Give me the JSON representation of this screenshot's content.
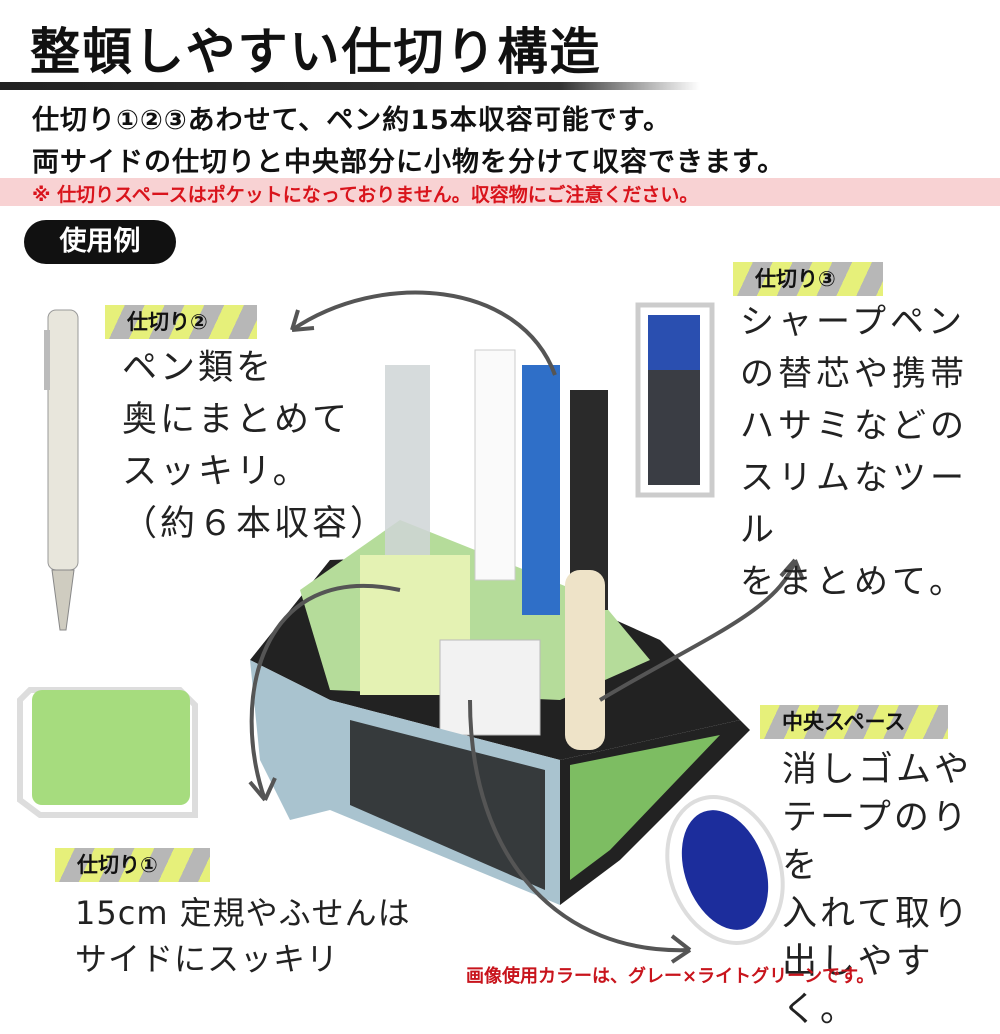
{
  "header": {
    "title": "整頓しやすい仕切り構造",
    "lines": [
      "仕切り①②③あわせて、ペン約15本収容可能です。",
      "両サイドの仕切りと中央部分に小物を分けて収容できます。"
    ],
    "warning": "※ 仕切りスペースはポケットになっておりません。収容物にご注意ください。"
  },
  "example_badge": "使用例",
  "callouts": [
    {
      "tag": "仕切り②",
      "lines": [
        "ペン類を",
        "奥にまとめて",
        "スッキリ。",
        "（約６本収容）"
      ]
    },
    {
      "tag": "仕切り③",
      "lines": [
        "シャープペン",
        "の替芯や携帯",
        "ハサミなどの",
        "スリムなツール",
        "をまとめて。"
      ]
    },
    {
      "tag": "中央スペース",
      "lines": [
        "消しゴムや",
        "テープのりを",
        "入れて取り",
        "出しやすく。"
      ]
    },
    {
      "tag": "仕切り①",
      "lines": [
        "15cm 定規やふせんは",
        "サイドにスッキリ"
      ]
    }
  ],
  "color_note": "画像使用カラーは、グレー×ライトグリーンです。",
  "colors": {
    "accent_red": "#d9141c",
    "band_pink": "#f8d2d3",
    "pouch_gray": "#a9c3cf",
    "pouch_green": "#b5dc9a"
  }
}
